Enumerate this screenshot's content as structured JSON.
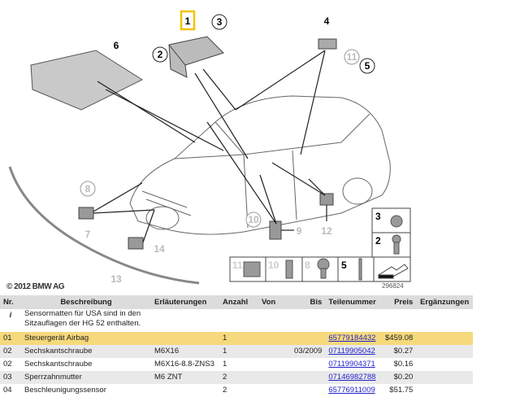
{
  "diagram": {
    "callouts": [
      "1",
      "2",
      "3",
      "4",
      "5",
      "6",
      "7",
      "8",
      "9",
      "10",
      "11",
      "12",
      "13",
      "14"
    ],
    "highlighted_callout": "1",
    "legend_cells": [
      "3",
      "2",
      "11",
      "10",
      "8",
      "5"
    ],
    "copyright": "© 2012 BMW AG",
    "image_number": "296824",
    "highlight_color": "#f2c200"
  },
  "table": {
    "headers": [
      "Nr.",
      "Beschreibung",
      "Erläuterungen",
      "Anzahl",
      "Von",
      "Bis",
      "Teilenummer",
      "Preis",
      "Ergänzungen"
    ],
    "info": {
      "nr": "i",
      "text": "Sensormatten für USA sind in den Sitzauflagen der HG 52 enthalten."
    },
    "rows": [
      {
        "nr": "01",
        "desc": "Steuergerät Airbag",
        "expl": "",
        "qty": "1",
        "from": "",
        "to": "",
        "part": "65779184432",
        "price": "$459.08",
        "extra": "",
        "highlight": true
      },
      {
        "nr": "02",
        "desc": "Sechskantschraube",
        "expl": "M6X16",
        "qty": "1",
        "from": "",
        "to": "03/2009",
        "part": "07119905042",
        "price": "$0.27",
        "extra": ""
      },
      {
        "nr": "02",
        "desc": "Sechskantschraube",
        "expl": "M6X16-8.8-ZNS3",
        "qty": "1",
        "from": "",
        "to": "",
        "part": "07119904371",
        "price": "$0.16",
        "extra": ""
      },
      {
        "nr": "03",
        "desc": "Sperrzahnmutter",
        "expl": "M6 ZNT",
        "qty": "2",
        "from": "",
        "to": "",
        "part": "07146982788",
        "price": "$0.20",
        "extra": ""
      },
      {
        "nr": "04",
        "desc": "Beschleunigungssensor",
        "expl": "",
        "qty": "2",
        "from": "",
        "to": "",
        "part": "65776911009",
        "price": "$51.75",
        "extra": ""
      }
    ],
    "highlight_color": "#f6d97c"
  }
}
